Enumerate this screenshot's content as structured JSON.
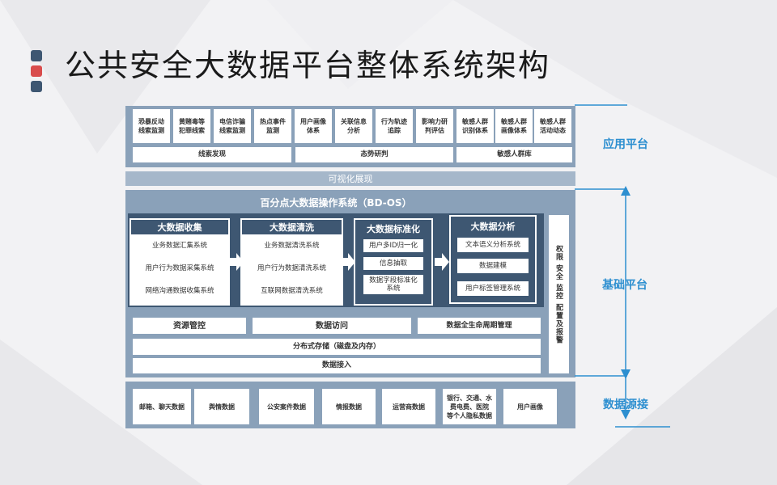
{
  "title": "公共安全大数据平台整体系统架构",
  "colors": {
    "bullet_top": "#3e5772",
    "bullet_mid": "#d94d4d",
    "bullet_bottom": "#3e5772",
    "panel": "#8aa1b9",
    "dark": "#3e5772",
    "accent": "#2d8fd0"
  },
  "app_layer": {
    "cells": [
      "恐暴反动\n线索监测",
      "黄赌毒等\n犯罪线索",
      "电信诈骗\n线索监测",
      "热点事件\n监测",
      "用户画像\n体系",
      "关联信息\n分析",
      "行为轨迹\n追踪",
      "影响力研\n判评估",
      "敏感人群\n识别体系",
      "敏感人群\n画像体系",
      "敏感人群\n活动动态"
    ],
    "groups": [
      "线索发现",
      "态势研判",
      "敏感人群库"
    ]
  },
  "visual_bar": "可视化展现",
  "bdos": {
    "title": "百分点大数据操作系统（BD-OS）",
    "collect": {
      "title": "大数据收集",
      "items": [
        "业务数据汇集系统",
        "用户行为数据采集系统",
        "网络沟通数据收集系统"
      ]
    },
    "clean": {
      "title": "大数据清洗",
      "items": [
        "业务数据清洗系统",
        "用户行为数据清洗系统",
        "互联网数据清洗系统"
      ]
    },
    "standard": {
      "title": "大数据标准化",
      "items": [
        "用户多ID归一化",
        "信息抽取",
        "数据字段标准化\n系统"
      ]
    },
    "analysis": {
      "title": "大数据分析",
      "items": [
        "文本语义分析系统",
        "数据建模",
        "用户标签管理系统"
      ]
    },
    "resource": "资源管控",
    "access": "数据访问",
    "lifecycle": "数据全生命周期管理",
    "storage": "分布式存储（磁盘及内存）",
    "ingest": "数据接入",
    "side": "权限 安全 监控 配置及报警"
  },
  "sources": [
    "邮箱、聊天数据",
    "舆情数据",
    "公安案件数据",
    "情报数据",
    "运营商数据",
    "银行、交通、水\n费电费、医院\n等个人隐私数据",
    "用户画像"
  ],
  "labels": {
    "app": "应用平台",
    "base": "基础平台",
    "source": "数据源接"
  }
}
